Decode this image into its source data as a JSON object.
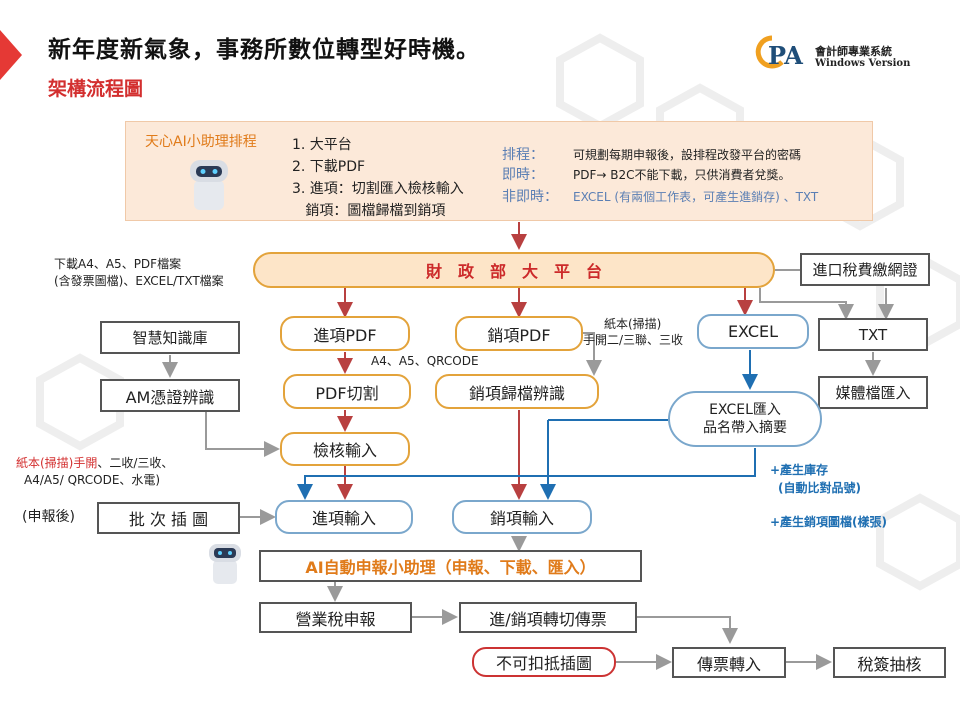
{
  "header": {
    "title": "新年度新氣象，事務所數位轉型好時機。",
    "subtitle": "架構流程圖",
    "logo_name": "會計師專業系統",
    "logo_sub": "Windows Version",
    "logo_letters": "PA"
  },
  "info": {
    "label": "天心AI小助理排程",
    "list": [
      "1. 大平台",
      "2. 下載PDF",
      "3. 進項：切割匯入檢核輸入",
      "   銷項：圖檔歸檔到銷項"
    ],
    "schedule_key": "排程：",
    "schedule_val": "可規劃每期申報後，設排程改發平台的密碼",
    "instant_key": "即時：",
    "instant_val": "PDF→ B2C不能下載，只供消費者兌獎。",
    "noninstant_key": "非即時：",
    "noninstant_val": "EXCEL (有兩個工作表，可產生進銷存) 、TXT"
  },
  "notes": {
    "download1": "下載A4、A5、PDF檔案",
    "download2": "(含發票圖檔)、EXCEL/TXT檔案",
    "paper_scan1": "紙本(掃描)",
    "paper_scan2": "手開二/三聯、三收",
    "a4a5": "A4、A5、QRCODE",
    "paper_red": "紙本(掃描)手開",
    "paper_rest": "、二收/三收、",
    "paper2": "A4/A5/ QRCODE、水電)",
    "after_filing": "(申報後)",
    "stock1": "+產生庫存",
    "stock2": "(自動比對品號)",
    "sales_img": "+產生銷項圖檔(樣張)"
  },
  "nodes": {
    "platform": "財　政　部　大　平　台",
    "customs": "進口稅費繳網證",
    "knowledge": "智慧知識庫",
    "am": "AM憑證辨識",
    "purchase_pdf": "進項PDF",
    "sales_pdf": "銷項PDF",
    "excel": "EXCEL",
    "txt": "TXT",
    "pdf_split": "PDF切割",
    "sales_archive": "銷項歸檔辨識",
    "media_import": "媒體檔匯入",
    "excel_import1": "EXCEL匯入",
    "excel_import2": "品名帶入摘要",
    "check_input": "檢核輸入",
    "batch_insert": "批 次 插 圖",
    "purchase_input": "進項輸入",
    "sales_input": "銷項輸入",
    "ai_assist": "AI自動申報小助理（申報、下載、匯入）",
    "vat_filing": "營業稅申報",
    "transfer": "進/銷項轉切傳票",
    "non_deductible": "不可扣抵插圖",
    "voucher": "傳票轉入",
    "tax_check": "稅簽抽核"
  },
  "colors": {
    "accent_red": "#d32f2f",
    "orange_border": "#e3a33b",
    "blue_border": "#7aa7cc",
    "blue_arrow": "#1f6fb2",
    "red_arrow": "#b84040",
    "gray_arrow": "#9a9a9a",
    "info_bg": "#fce9d9",
    "platform_bg": "#fde5c8"
  }
}
